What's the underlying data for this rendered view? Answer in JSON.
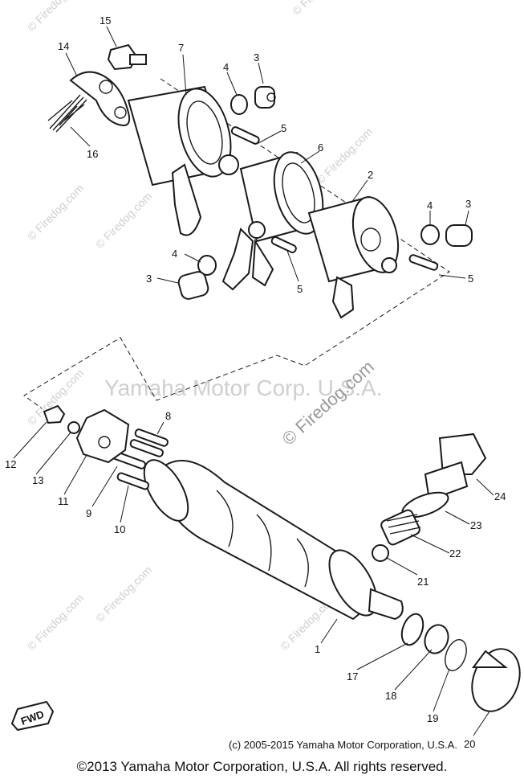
{
  "watermarks": {
    "firedog": "© Firedog.com",
    "yamaha": "Yamaha Motor Corp. U.S.A.",
    "small": "(c) 2005-2015 Yamaha Motor Corporation, U.S.A."
  },
  "fwd_label": "FWD",
  "copyright": "©2013 Yamaha Motor Corporation, U.S.A. All rights reserved.",
  "callouts": {
    "n1": "1",
    "n2": "2",
    "n3": "3",
    "n4": "4",
    "n5": "5",
    "n6": "6",
    "n7": "7",
    "n8": "8",
    "n9": "9",
    "n10": "10",
    "n11": "11",
    "n12": "12",
    "n13": "13",
    "n14": "14",
    "n15": "15",
    "n16": "16",
    "n17": "17",
    "n18": "18",
    "n19": "19",
    "n20": "20",
    "n21": "21",
    "n22": "22",
    "n23": "23",
    "n24": "24"
  }
}
